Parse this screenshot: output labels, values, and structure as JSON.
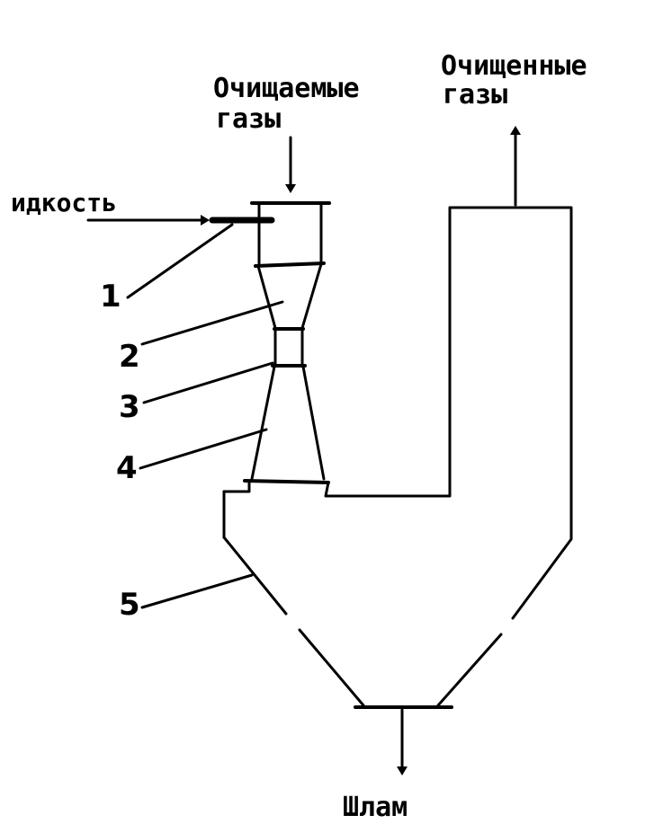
{
  "labels": {
    "inlet_gas_line1": "Очищаемые",
    "inlet_gas_line2": "газы",
    "outlet_gas_line1": "Очищенные",
    "outlet_gas_line2": "газы",
    "liquid": "идкость",
    "sludge": "Шлам"
  },
  "callouts": [
    {
      "id": "1",
      "label": "1"
    },
    {
      "id": "2",
      "label": "2"
    },
    {
      "id": "3",
      "label": "3"
    },
    {
      "id": "4",
      "label": "4"
    },
    {
      "id": "5",
      "label": "5"
    }
  ]
}
